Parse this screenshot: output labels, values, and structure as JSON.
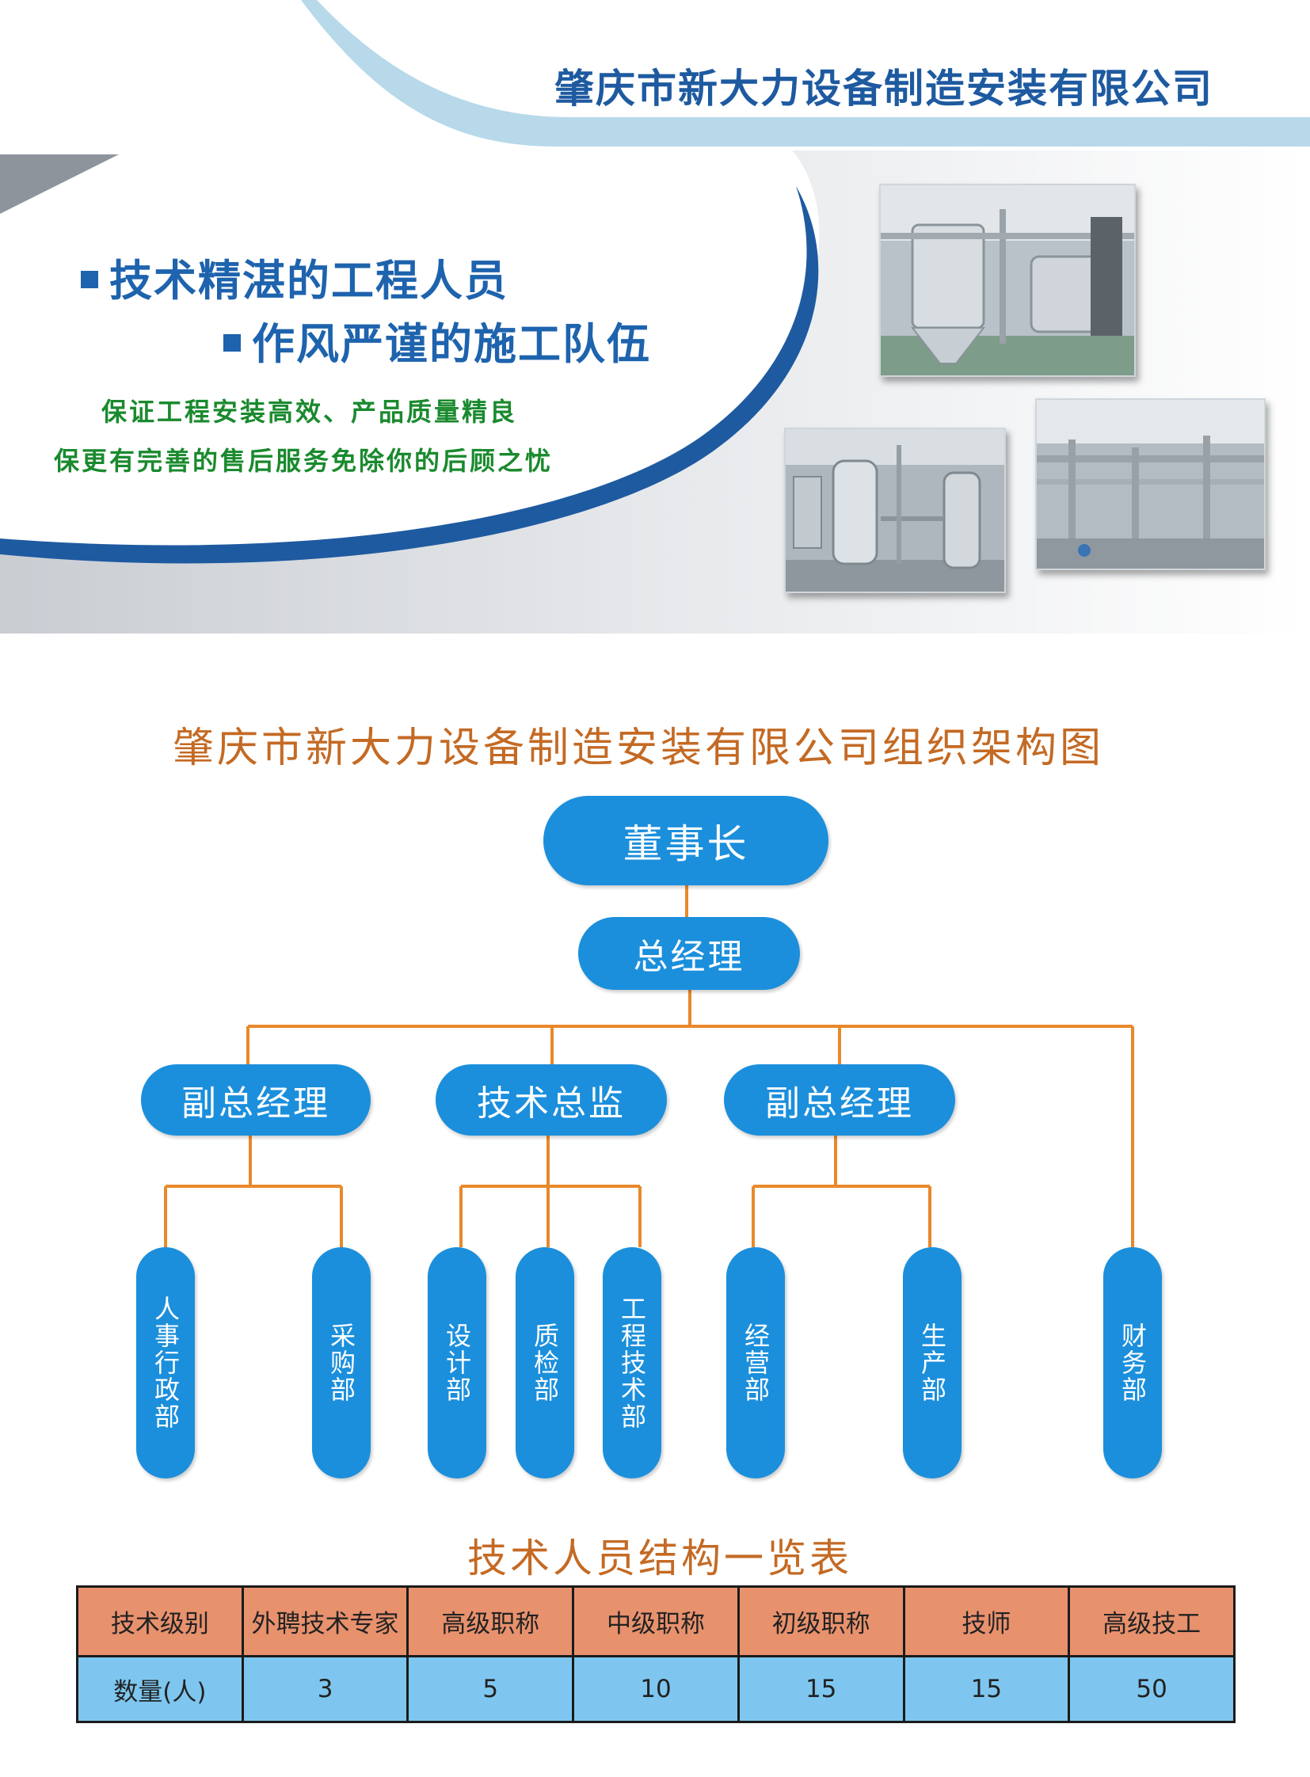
{
  "header": {
    "company_name": "肇庆市新大力设备制造安装有限公司"
  },
  "hero": {
    "slogans": [
      "技术精湛的工程人员",
      "作风严谨的施工队伍"
    ],
    "green_lines": [
      "保证工程安装高效、产品质量精良",
      "保更有完善的售后服务免除你的后顾之忧"
    ]
  },
  "org_chart": {
    "title": "肇庆市新大力设备制造安装有限公司组织架构图",
    "chairman": "董事长",
    "general_manager": "总经理",
    "deputies": [
      "副总经理",
      "技术总监",
      "副总经理"
    ],
    "departments": [
      "人事行政部",
      "采购部",
      "设计部",
      "质检部",
      "工程技术部",
      "经营部",
      "生产部",
      "财务部"
    ]
  },
  "staff_table": {
    "title": "技术人员结构一览表",
    "headers": [
      "技术级别",
      "外聘技术专家",
      "高级职称",
      "中级职称",
      "初级职称",
      "技师",
      "高级技工"
    ],
    "row": [
      "数量(人)",
      "3",
      "5",
      "10",
      "15",
      "15",
      "50"
    ]
  },
  "colors": {
    "brand_blue": "#1e5aa0",
    "pill_blue": "#1b8fdc",
    "connector_orange": "#e8892a",
    "title_orange": "#c46a24",
    "slogan_green": "#1a8a2e",
    "table_header": "#e8916d",
    "table_values": "#7ec6ef"
  }
}
